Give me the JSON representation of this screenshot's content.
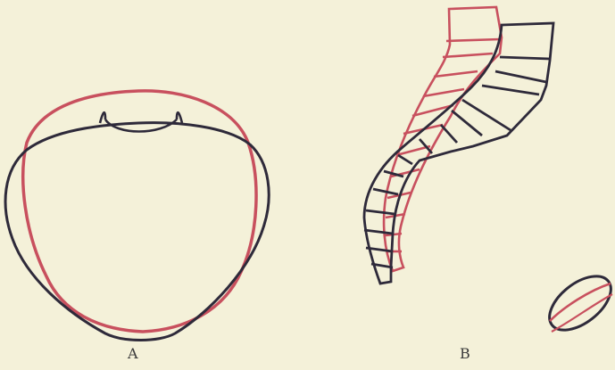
{
  "figures": [
    {
      "id": "A",
      "label": "A"
    },
    {
      "id": "B",
      "label": "B"
    }
  ],
  "colors": {
    "background": "#f4f1d9",
    "outline_red": "#c8505e",
    "outline_dark": "#2e2a3a",
    "label_text": "#3a3a3a"
  }
}
